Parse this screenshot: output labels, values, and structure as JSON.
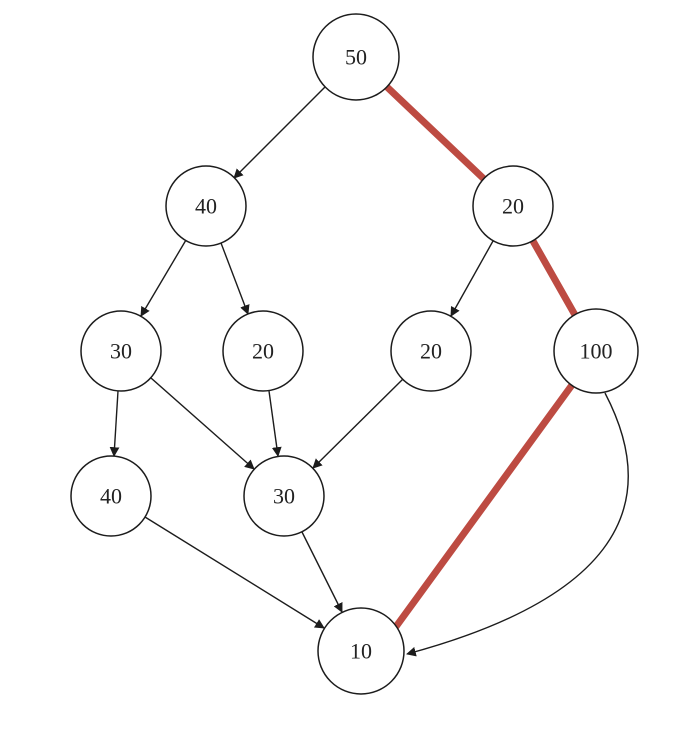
{
  "diagram": {
    "type": "directed-graph",
    "nodes": [
      {
        "id": "n50",
        "label": "50"
      },
      {
        "id": "n40a",
        "label": "40"
      },
      {
        "id": "n20a",
        "label": "20"
      },
      {
        "id": "n30a",
        "label": "30"
      },
      {
        "id": "n20b",
        "label": "20"
      },
      {
        "id": "n20c",
        "label": "20"
      },
      {
        "id": "n100",
        "label": "100"
      },
      {
        "id": "n40b",
        "label": "40"
      },
      {
        "id": "n30b",
        "label": "30"
      },
      {
        "id": "n10",
        "label": "10"
      }
    ],
    "edges": [
      {
        "from": "n50",
        "to": "n40a",
        "style": "arrow"
      },
      {
        "from": "n50",
        "to": "n20a",
        "style": "highlighted"
      },
      {
        "from": "n40a",
        "to": "n30a",
        "style": "arrow"
      },
      {
        "from": "n40a",
        "to": "n20b",
        "style": "arrow"
      },
      {
        "from": "n20a",
        "to": "n20c",
        "style": "arrow"
      },
      {
        "from": "n20a",
        "to": "n100",
        "style": "highlighted"
      },
      {
        "from": "n30a",
        "to": "n40b",
        "style": "arrow"
      },
      {
        "from": "n30a",
        "to": "n30b",
        "style": "arrow"
      },
      {
        "from": "n20b",
        "to": "n30b",
        "style": "arrow"
      },
      {
        "from": "n20c",
        "to": "n30b",
        "style": "arrow"
      },
      {
        "from": "n40b",
        "to": "n10",
        "style": "arrow"
      },
      {
        "from": "n30b",
        "to": "n10",
        "style": "arrow"
      },
      {
        "from": "n100",
        "to": "n10",
        "style": "highlighted"
      },
      {
        "from": "n100",
        "to": "n10",
        "style": "arrow-curved"
      }
    ],
    "highlighted_path": [
      "50",
      "20",
      "100",
      "10"
    ],
    "colors": {
      "edge": "#1c1c1c",
      "highlight": "#bd4b42",
      "node_fill": "#ffffff",
      "node_stroke": "#1c1c1c",
      "label": "#222222",
      "background": "#ffffff"
    }
  }
}
